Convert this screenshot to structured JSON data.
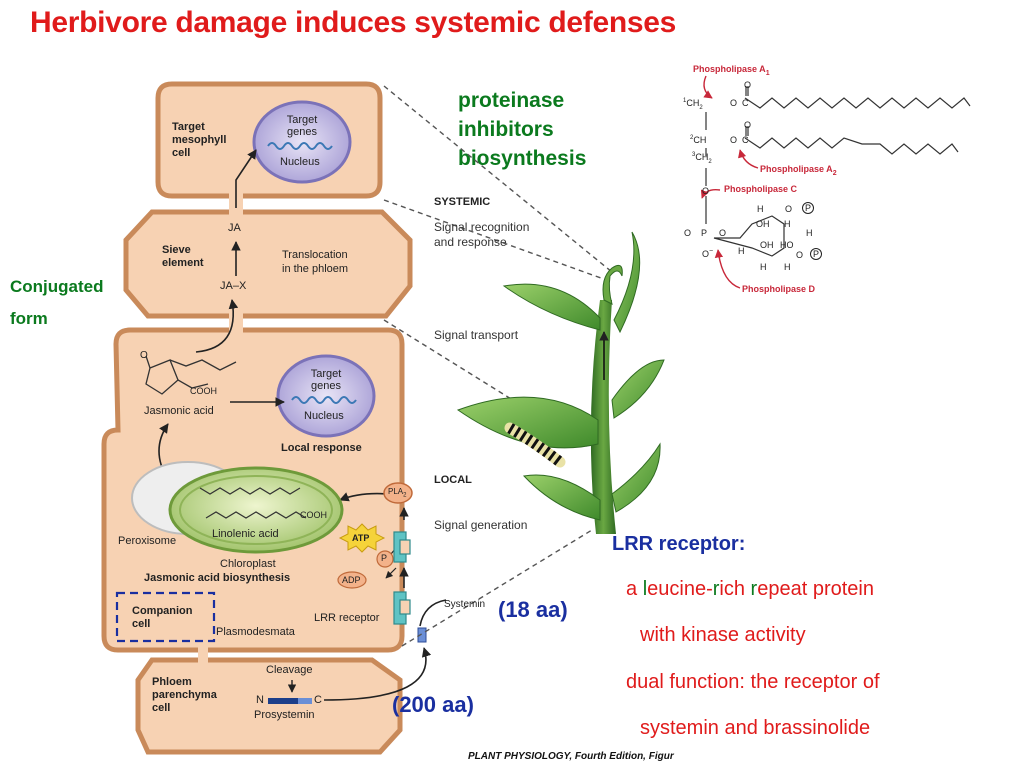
{
  "slide": {
    "title": "Herbivore damage induces systemic defenses",
    "pi_label": [
      "proteinase",
      "inhibitors",
      "biosynthesis"
    ],
    "conjugated_label": [
      "Conjugated",
      "form"
    ],
    "aa18": "(18 aa)",
    "aa200": "(200 aa)",
    "lrr": {
      "heading": "LRR receptor:",
      "line1_pre": "a ",
      "line1_l": "l",
      "line1_eucine": "eucine-",
      "line1_r1": "r",
      "line1_ich": "ich ",
      "line1_r2": "r",
      "line1_epeat": "epeat protein",
      "line2": "with kinase activity",
      "line3": "dual function: the receptor of",
      "line4": "systemin and brassinolide"
    },
    "credit": "PLANT PHYSIOLOGY, Fourth Edition, Figur"
  },
  "diagram": {
    "target_cell": [
      "Target",
      "mesophyll",
      "cell"
    ],
    "target_genes": [
      "Target",
      "genes"
    ],
    "nucleus": "Nucleus",
    "ja": "JA",
    "sieve": [
      "Sieve",
      "element"
    ],
    "translocation": [
      "Translocation",
      "in the phloem"
    ],
    "ja_x": "JA–X",
    "jasmonic_acid": "Jasmonic acid",
    "cooh": "COOH",
    "oxo": "O",
    "local_response": "Local response",
    "peroxisome": "Peroxisome",
    "linolenic_acid": "Linolenic acid",
    "chloroplast": "Chloroplast",
    "ja_biosynthesis": "Jasmonic acid biosynthesis",
    "pla2": "PLA",
    "pla2_sub": "2",
    "atp": "ATP",
    "adp": "ADP",
    "p": "P",
    "companion": [
      "Companion",
      "cell"
    ],
    "plasmodesmata": "Plasmodesmata",
    "lrr_receptor": "LRR receptor",
    "systemin": "Systemin",
    "phloem_par": [
      "Phloem",
      "parenchyma",
      "cell"
    ],
    "cleavage": "Cleavage",
    "n": "N",
    "c": "C",
    "prosystemin": "Prosystemin",
    "systemic": "SYSTEMIC",
    "signal_recognition": [
      "Signal recognition",
      "and response"
    ],
    "signal_transport": "Signal transport",
    "local": "LOCAL",
    "signal_generation": "Signal generation"
  },
  "lipid": {
    "pla1": "Phospholipase  A",
    "pla1_sub": "1",
    "pla2": "Phospholipase  A",
    "pla2_sub": "2",
    "plc": "Phospholipase C",
    "pld": "Phospholipase D",
    "c1": "CH",
    "c1_num": "1",
    "c2": "CH",
    "c2_num": "2",
    "c3": "CH",
    "c3_num": "3",
    "sub2": "2",
    "o": "O",
    "c": "C",
    "p": "P",
    "h": "H",
    "oh": "OH",
    "ho": "HO",
    "o_minus": "O",
    "minus": "−",
    "ring_p": "P"
  },
  "colors": {
    "title_red": "#e01b1b",
    "green": "#0b7a1e",
    "blue": "#1a2fa0",
    "cell_fill": "#f7d2b3",
    "cell_edge": "#c98a5a",
    "lipid_red": "#c8283a"
  }
}
